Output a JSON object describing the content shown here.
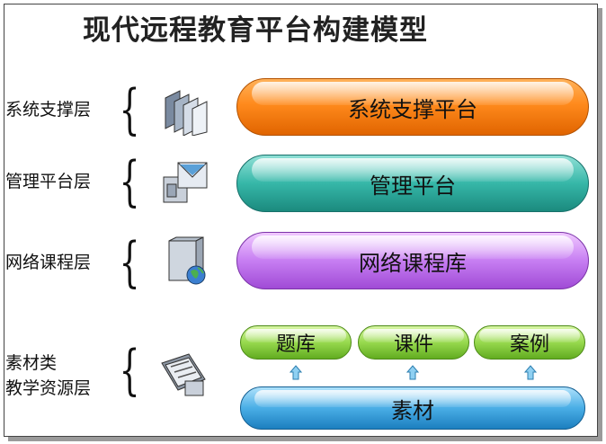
{
  "title": "现代远程教育平台构建模型",
  "layers": [
    {
      "label": "系统支撑层",
      "icon": "stacked-pages-icon",
      "platform": "系统支撑平台",
      "color": "#ff8a1c"
    },
    {
      "label": "管理平台层",
      "icon": "folder-mail-icon",
      "platform": "管理平台",
      "color": "#36b7a8"
    },
    {
      "label": "网络课程层",
      "icon": "globe-folder-icon",
      "platform": "网络课程库",
      "color": "#c77ef2"
    }
  ],
  "resource_layer": {
    "label_line1": "素材类",
    "label_line2": "教学资源层",
    "icon": "documents-icon",
    "items": [
      "题库",
      "课件",
      "案例"
    ],
    "base": "素材",
    "item_color": "#97d94e",
    "base_color": "#4aaee6"
  }
}
